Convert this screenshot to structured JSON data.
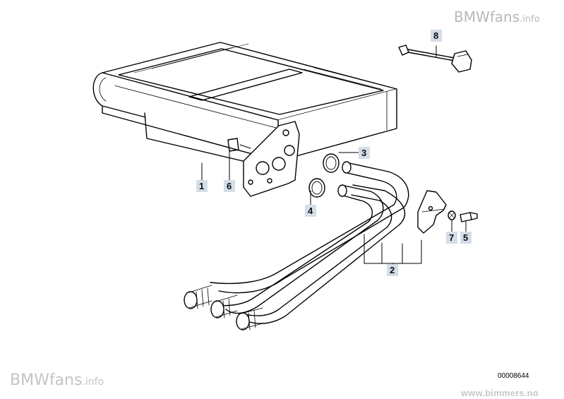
{
  "watermark_top": {
    "brand": "BMWfans",
    "suffix": ".info"
  },
  "watermark_bottom": {
    "brand": "BMWfans",
    "suffix": ".info"
  },
  "diagram_code": "00008644",
  "site_url": "www.bimmers.no",
  "parts": [
    {
      "id": "1",
      "label": "1"
    },
    {
      "id": "2",
      "label": "2"
    },
    {
      "id": "3",
      "label": "3"
    },
    {
      "id": "4",
      "label": "4"
    },
    {
      "id": "5",
      "label": "5"
    },
    {
      "id": "6",
      "label": "6"
    },
    {
      "id": "7",
      "label": "7"
    },
    {
      "id": "8",
      "label": "8"
    }
  ],
  "colors": {
    "label_bg": "#d4dde8",
    "line": "#000000",
    "watermark": "#b8b8b8"
  }
}
